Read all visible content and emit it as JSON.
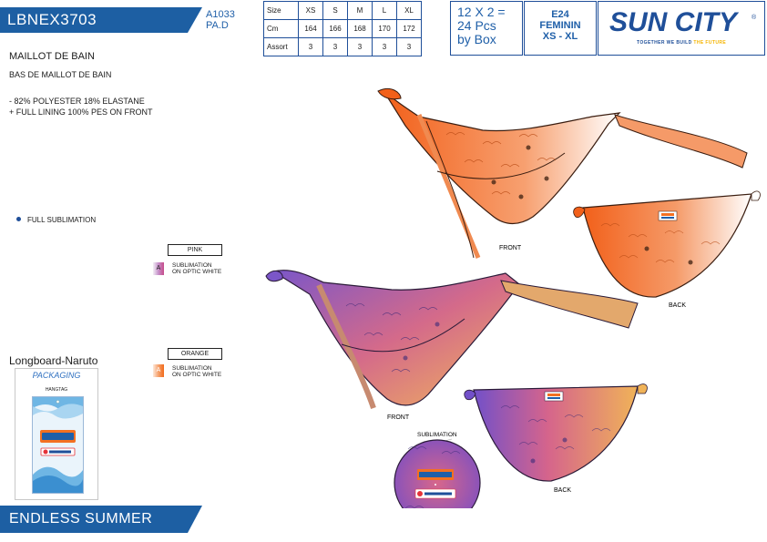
{
  "header": {
    "reference": "LBNEX3703",
    "code": "A1033",
    "code_sub": "PA.D"
  },
  "size_table": {
    "row_labels": [
      "Size",
      "Cm",
      "Assort"
    ],
    "sizes": [
      "XS",
      "S",
      "M",
      "L",
      "XL"
    ],
    "cm": [
      "164",
      "166",
      "168",
      "170",
      "172"
    ],
    "assort": [
      "3",
      "3",
      "3",
      "3",
      "3"
    ]
  },
  "packing": {
    "line1": "12 X 2 =",
    "line2": "24 Pcs",
    "line3": "by Box"
  },
  "season": {
    "code": "E24",
    "gender": "FEMININ",
    "range": "XS - XL"
  },
  "brand": {
    "name": "SUN CITY",
    "registered": "®",
    "tagline_a": "TOGETHER WE BUILD",
    "tagline_b": "THE FUTURE"
  },
  "product": {
    "title": "MAILLOT DE BAIN",
    "subtitle": "BAS DE MAILLOT DE BAIN",
    "composition_1": "- 82% POLYESTER 18% ELASTANE",
    "composition_2": "+ FULL LINING 100% PES ON FRONT"
  },
  "technique": "FULL SUBLIMATION",
  "colorways": [
    {
      "name": "PINK",
      "swatch": "A",
      "line1": "SUBLIMATION",
      "line2": "ON OPTIC WHITE"
    },
    {
      "name": "ORANGE",
      "swatch": "A",
      "line1": "SUBLIMATION",
      "line2": "ON OPTIC WHITE"
    }
  ],
  "collection": "Longboard-Naruto",
  "packaging": {
    "title": "PACKAGING",
    "hangtag": "HANGTAG"
  },
  "views": {
    "front": "FRONT",
    "back": "BACK",
    "sublimation": "SUBLIMATION"
  },
  "footer": "ENDLESS SUMMER",
  "colors": {
    "brand_blue": "#1f4f99",
    "banner_blue": "#1d5fa3",
    "orange": "#f26a1b",
    "pink_start": "#7a4fc0",
    "pink_end": "#f0b25a"
  }
}
